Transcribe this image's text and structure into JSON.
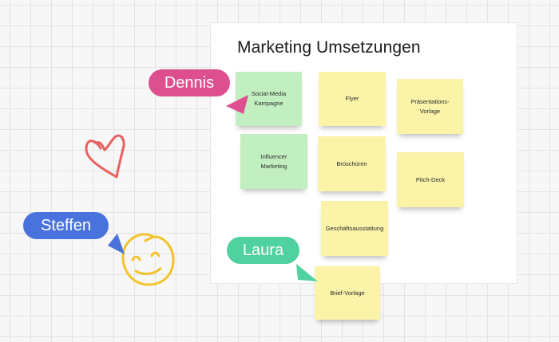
{
  "board": {
    "title": "Marketing Umsetzungen"
  },
  "notes": [
    {
      "id": "social-media-kampagne",
      "text": "Social-Media\nKampagne",
      "color": "green"
    },
    {
      "id": "flyer",
      "text": "Flyer",
      "color": "yellow"
    },
    {
      "id": "praesentations-vorlage",
      "text": "Präsentations-\nVorlage",
      "color": "yellow"
    },
    {
      "id": "influencer-marketing",
      "text": "Influencer\nMarketing",
      "color": "green"
    },
    {
      "id": "broschueren",
      "text": "Broschüren",
      "color": "yellow"
    },
    {
      "id": "pitch-deck",
      "text": "Pitch-Deck",
      "color": "yellow"
    },
    {
      "id": "geschaeftsausstattung",
      "text": "Geschäftsausstattung",
      "color": "yellow"
    },
    {
      "id": "brief-vorlage",
      "text": "Brief-Vorlage",
      "color": "yellow"
    }
  ],
  "collaborators": {
    "dennis": {
      "name": "Dennis",
      "color": "#dd4f8f"
    },
    "steffen": {
      "name": "Steffen",
      "color": "#4a72dc"
    },
    "laura": {
      "name": "Laura",
      "color": "#4fd1a0"
    }
  },
  "drawings": {
    "heart_color": "#e8605f",
    "smiley_color": "#f2c32a"
  },
  "colors": {
    "note_green": "#c2efc0",
    "note_yellow": "#fbf3a8",
    "board_background": "#ffffff",
    "canvas_background": "#f7f7f7"
  }
}
